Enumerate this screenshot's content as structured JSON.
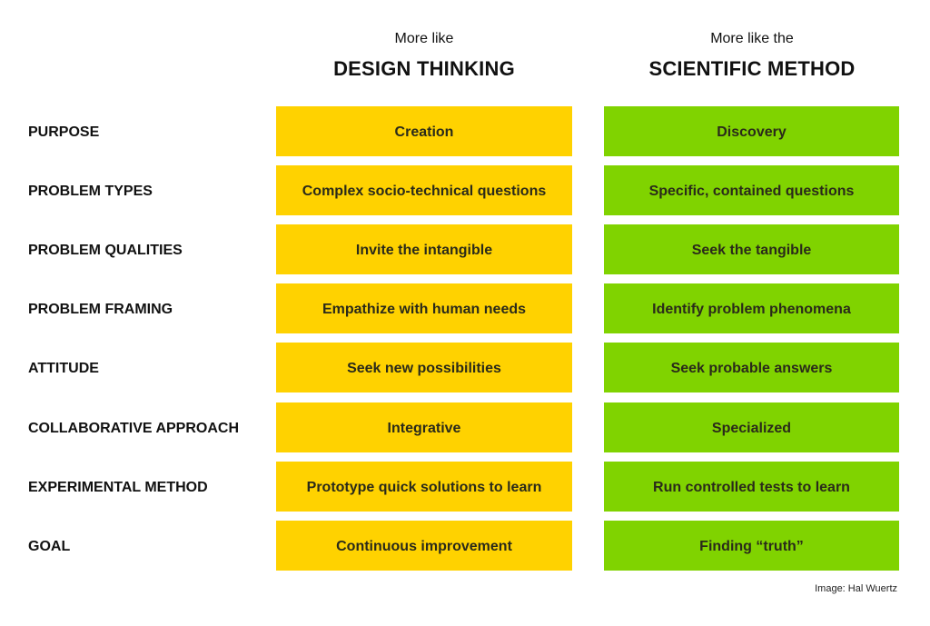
{
  "columns": [
    {
      "sub": "More like",
      "main": "DESIGN THINKING",
      "color": "#ffd200"
    },
    {
      "sub": "More like the",
      "main": "SCIENTIFIC METHOD",
      "color": "#80d300"
    }
  ],
  "rows": [
    {
      "label": "PURPOSE",
      "design": "Creation",
      "science": "Discovery"
    },
    {
      "label": "PROBLEM TYPES",
      "design": "Complex socio-technical questions",
      "science": "Specific, contained questions"
    },
    {
      "label": "PROBLEM QUALITIES",
      "design": "Invite the intangible",
      "science": "Seek the tangible"
    },
    {
      "label": "PROBLEM FRAMING",
      "design": "Empathize with human needs",
      "science": "Identify problem phenomena"
    },
    {
      "label": "ATTITUDE",
      "design": "Seek new possibilities",
      "science": "Seek probable answers"
    },
    {
      "label": "COLLABORATIVE APPROACH",
      "design": "Integrative",
      "science": "Specialized"
    },
    {
      "label": "EXPERIMENTAL METHOD",
      "design": "Prototype quick solutions to learn",
      "science": "Run controlled tests to learn"
    },
    {
      "label": "GOAL",
      "design": "Continuous improvement",
      "science": "Finding “truth”"
    }
  ],
  "credit": "Image: Hal Wuertz"
}
